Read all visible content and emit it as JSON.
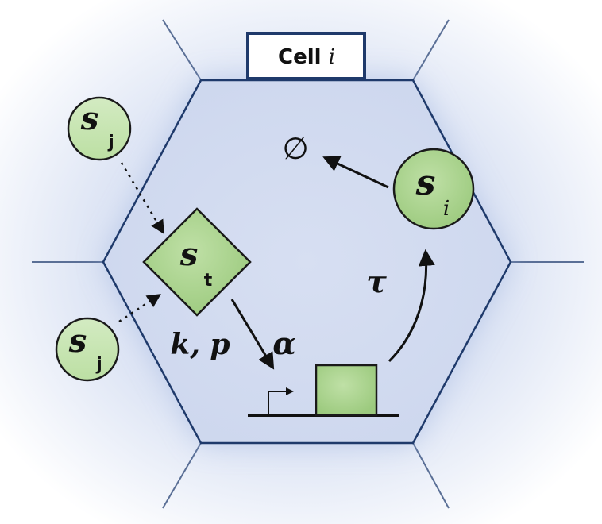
{
  "cell_label": {
    "text": "Cell ",
    "index": "i"
  },
  "nodes": {
    "signal_source_top": {
      "symbol": "s",
      "subscript": "j"
    },
    "signal_source_bottom": {
      "symbol": "s",
      "subscript": "j"
    },
    "target_signal": {
      "symbol": "s",
      "subscript": "t"
    },
    "secreted_signal": {
      "symbol": "s",
      "subscript": "i"
    }
  },
  "parameters": {
    "binding": "k, p",
    "expression": "α",
    "delay": "τ",
    "degradation": "∅"
  },
  "colors": {
    "cell_fill": "#d3dcf0",
    "cell_edge": "#1f3a6b",
    "node_fill": "#a6d08a",
    "node_edge": "#1a1a1a"
  }
}
